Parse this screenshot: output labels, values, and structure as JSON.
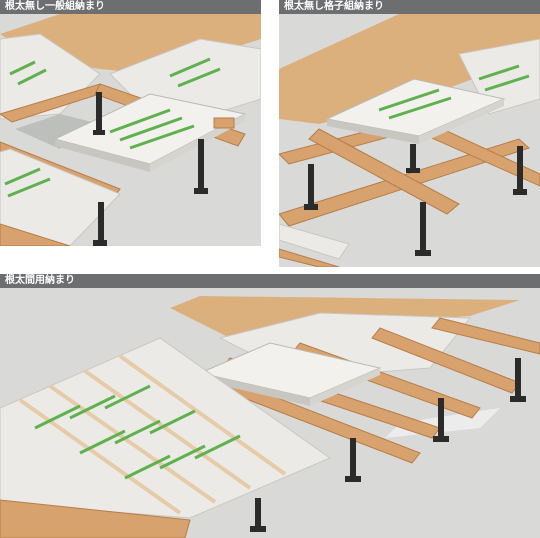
{
  "panels": [
    {
      "label": "根太無し一般組納まり"
    },
    {
      "label": "根太無し格子組納まり"
    },
    {
      "label": "根太間用納まり"
    }
  ],
  "colors": {
    "label_bg": "#6d6e70",
    "wood": "#d7a26e",
    "plywood": "#dcb07c",
    "insulation": "#e9e8e4",
    "print_green": "#5fb14f",
    "post": "#2b2b2b",
    "floor": "#d8d9d7"
  }
}
